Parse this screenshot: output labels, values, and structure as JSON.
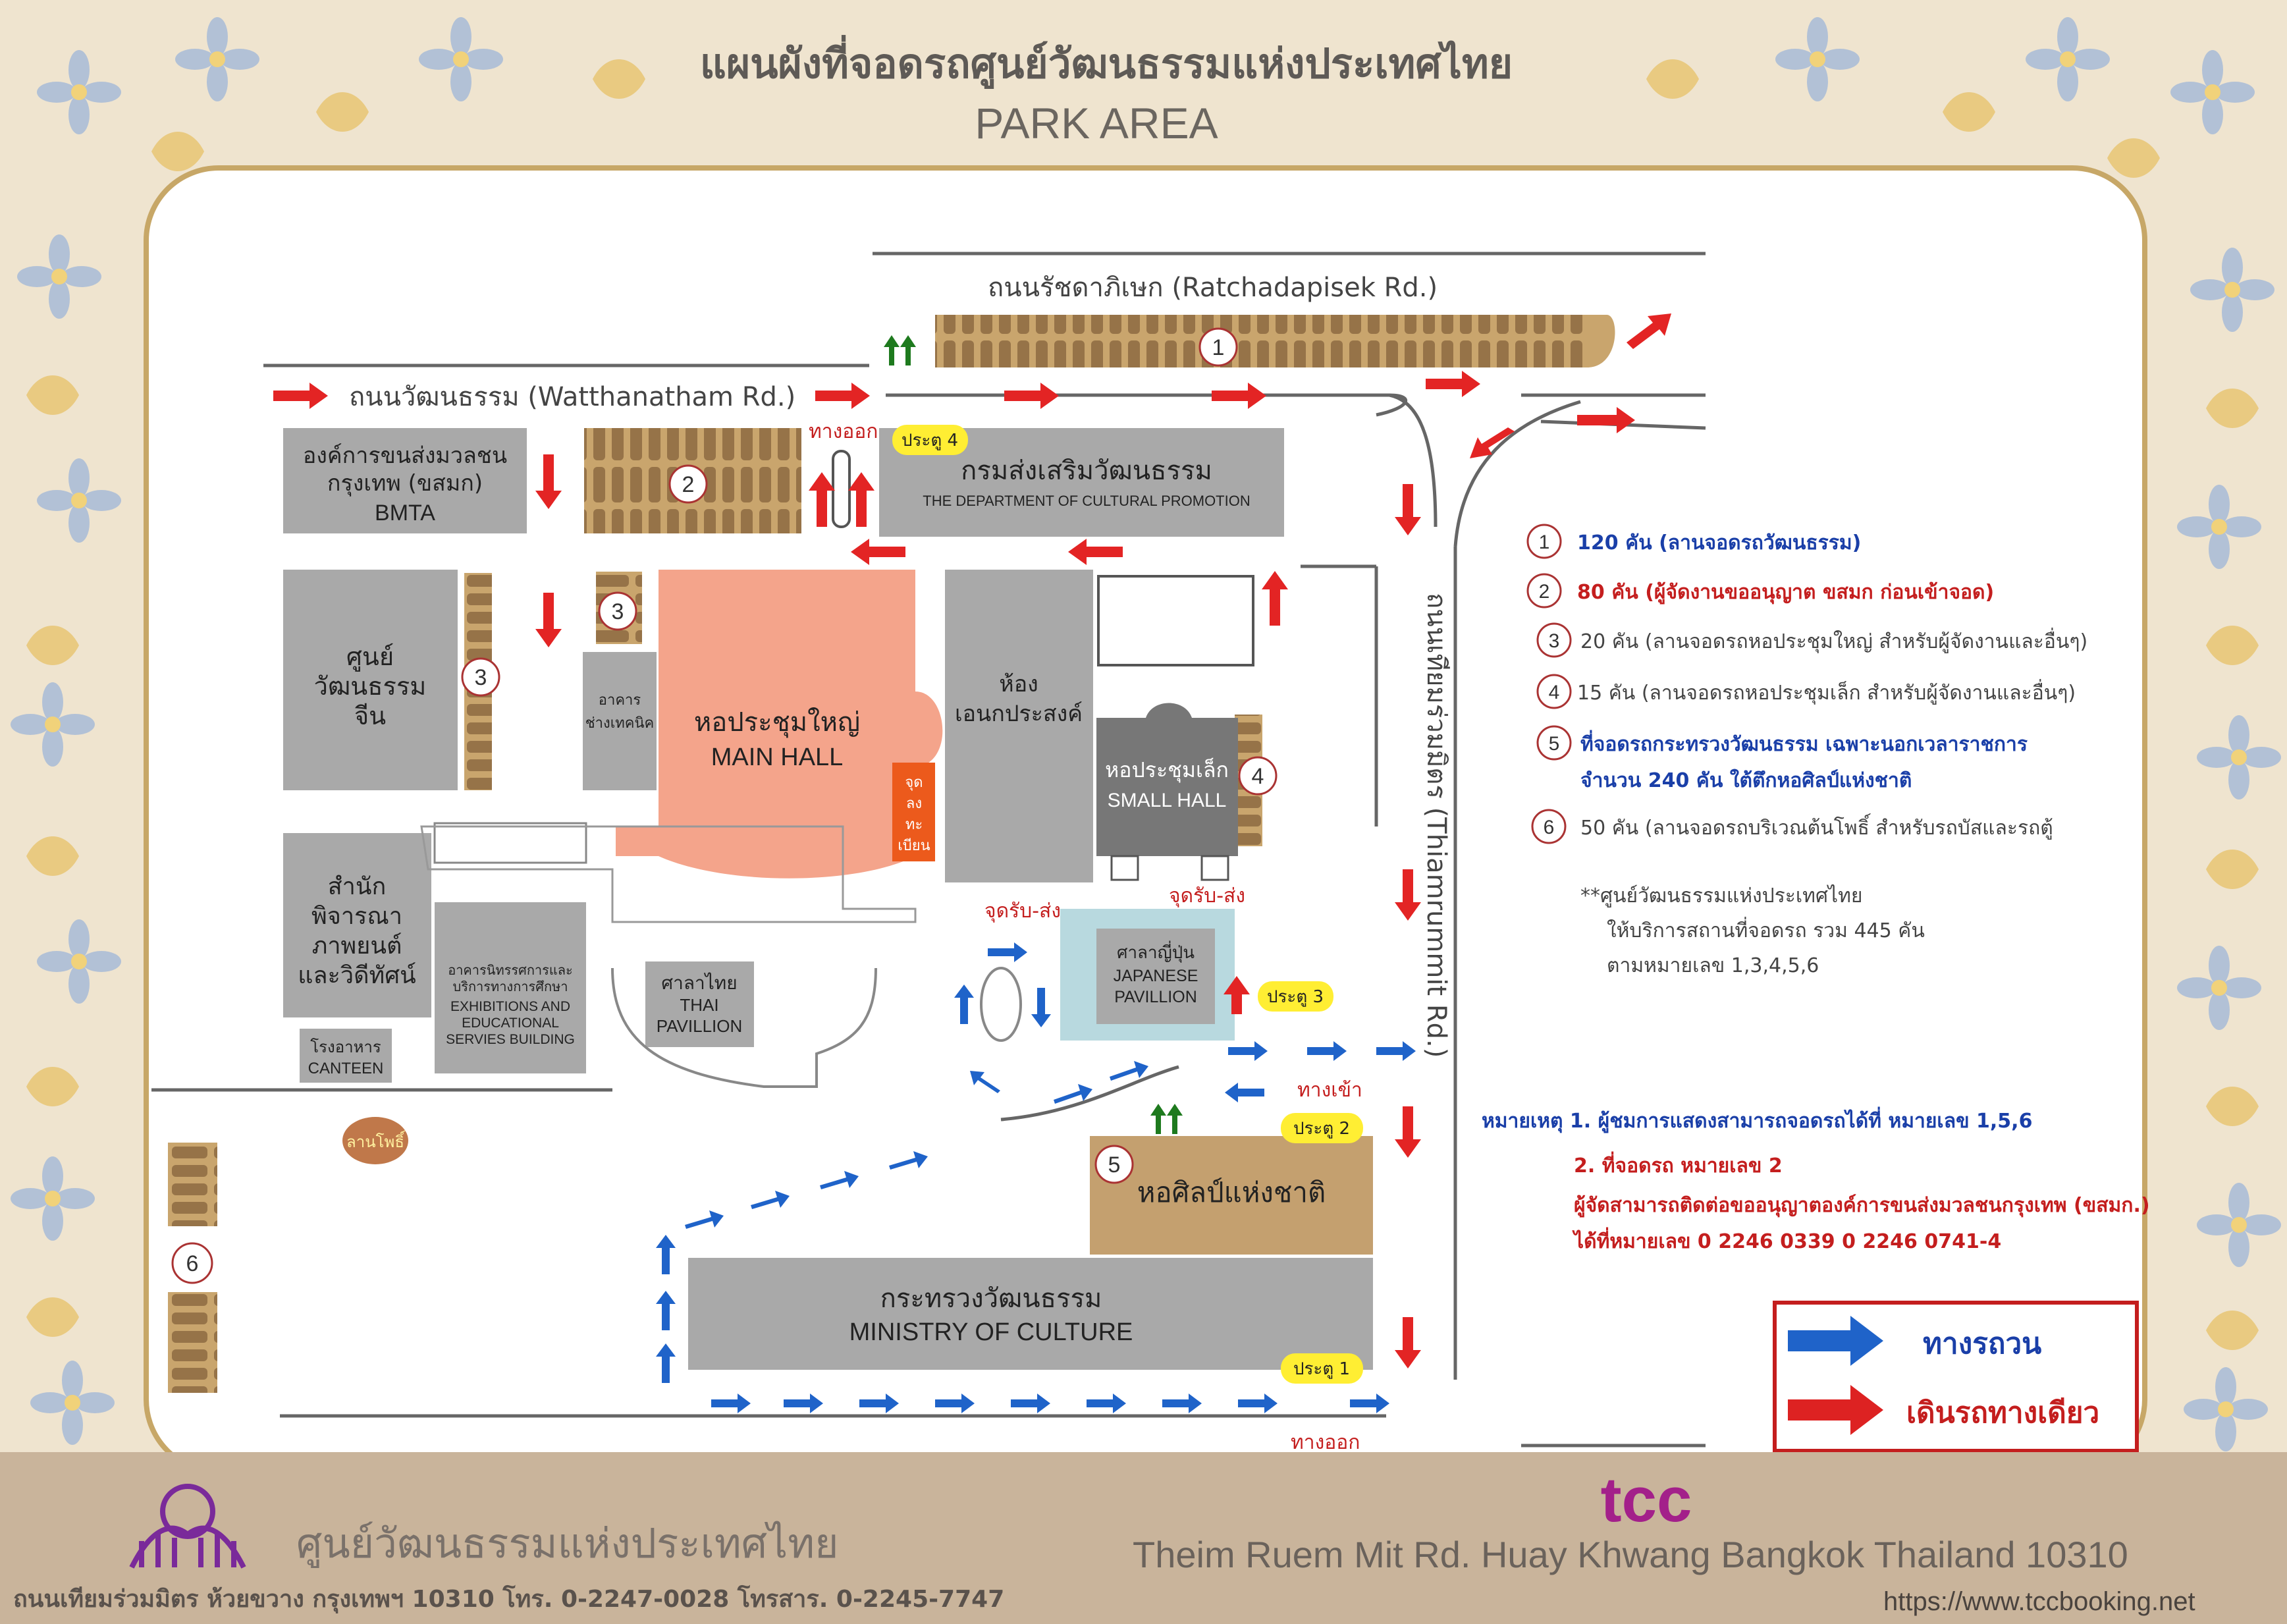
{
  "header": {
    "title_th": "แผนผังที่จอดรถศูนย์วัฒนธรรมแห่งประเทศไทย",
    "title_en": "PARK AREA"
  },
  "roads": {
    "ratchadapisek": "ถนนรัชดาภิเษก (Ratchadapisek Rd.)",
    "watthanatham": "ถนนวัฒนธรรม (Watthanatham Rd.)",
    "thiamruammit": "ถนนเทียมร่วมมิตร (Thiamrummit Rd.)"
  },
  "buildings": {
    "bmta_th1": "องค์การขนส่งมวลชน",
    "bmta_th2": "กรุงเทพ (ขสมก)",
    "bmta_en": "BMTA",
    "dcp_th": "กรมส่งเสริมวัฒนธรรม",
    "dcp_en": "THE DEPARTMENT OF CULTURAL PROMOTION",
    "chinese_1": "ศูนย์",
    "chinese_2": "วัฒนธรรม",
    "chinese_3": "จีน",
    "tech_1": "อาคาร",
    "tech_2": "ช่างเทคนิค",
    "main_th": "หอประชุมใหญ่",
    "main_en": "MAIN HALL",
    "reg_1": "จุด",
    "reg_2": "ลง",
    "reg_3": "ทะ",
    "reg_4": "เบียน",
    "multi_1": "ห้อง",
    "multi_2": "เอนกประสงค์",
    "small_th": "หอประชุมเล็ก",
    "small_en": "SMALL HALL",
    "film_1": "สำนัก",
    "film_2": "พิจารณา",
    "film_3": "ภาพยนต์",
    "film_4": "และวิดีทัศน์",
    "exh_1": "อาคารนิทรรศการและ",
    "exh_2": "บริการทางการศึกษา",
    "exh_3": "EXHIBITIONS AND",
    "exh_4": "EDUCATIONAL",
    "exh_5": "SERVIES BUILDING",
    "thai_1": "ศาลาไทย",
    "thai_2": "THAI",
    "thai_3": "PAVILLION",
    "jp_1": "ศาลาญี่ปุ่น",
    "jp_2": "JAPANESE",
    "jp_3": "PAVILLION",
    "canteen_th": "โรงอาหาร",
    "canteen_en": "CANTEEN",
    "bodhi": "ลานโพธิ์",
    "gallery": "หอศิลป์แห่งชาติ",
    "ministry_th": "กระทรวงวัฒนธรรม",
    "ministry_en": "MINISTRY OF CULTURE"
  },
  "gates": {
    "g1": "ประตู 1",
    "g2": "ประตู 2",
    "g3": "ประตู 3",
    "g4": "ประตู 4"
  },
  "map_labels": {
    "exit_top": "ทางออก",
    "exit_bottom": "ทางออก",
    "entrance": "ทางเข้า",
    "dropoff_1": "จุดรับ-ส่ง",
    "dropoff_2": "จุดรับ-ส่ง"
  },
  "lot_numbers": [
    "1",
    "2",
    "3",
    "3",
    "4",
    "5",
    "6"
  ],
  "parking_list": [
    {
      "no": "1",
      "text": "120 คัน (ลานจอดรถวัฒนธรรม)",
      "color": "#1a3fa8",
      "bold": true
    },
    {
      "no": "2",
      "text": "80 คัน (ผู้จัดงานขออนุญาต ขสมก ก่อนเข้าจอด)",
      "color": "#c41e1e",
      "bold": true
    },
    {
      "no": "3",
      "text": "20 คัน (ลานจอดรถหอประชุมใหญ่ สำหรับผู้จัดงานและอื่นๆ)",
      "color": "#444444",
      "bold": false
    },
    {
      "no": "4",
      "text": "15 คัน (ลานจอดรถหอประชุมเล็ก สำหรับผู้จัดงานและอื่นๆ)",
      "color": "#444444",
      "bold": false
    },
    {
      "no": "5",
      "text": "ที่จอดรถกระทรวงวัฒนธรรม เฉพาะนอกเวลาราชการ",
      "text2": "จำนวน 240 คัน ใต้ตึกหอศิลป์แห่งชาติ",
      "color": "#1a3fa8",
      "bold": true
    },
    {
      "no": "6",
      "text": "50 คัน (ลานจอดรถบริเวณต้นโพธิ์ สำหรับรถบัสและรถตู้",
      "color": "#444444",
      "bold": false
    }
  ],
  "summary": {
    "line1": "**ศูนย์วัฒนธรรมแห่งประเทศไทย",
    "line2": "ให้บริการสถานที่จอดรถ รวม 445 คัน",
    "line3": "ตามหมายเลข 1,3,4,5,6"
  },
  "notes": {
    "n1": "หมายเหตุ 1. ผู้ชมการแสดงสามารถจอดรถได้ที่ หมายเลข 1,5,6",
    "n2": "2. ที่จอดรถ หมายเลข 2",
    "n3": "ผู้จัดสามารถติดต่อขออนุญาตองค์การขนส่งมวลชนกรุงเทพ (ขสมก.)",
    "n4": "ได้ที่หมายเลข 0 2246 0339   0 2246 0741-4"
  },
  "legend": {
    "loop": "ทางรถวน",
    "oneway": "เดินรถทางเดียว"
  },
  "footer": {
    "org_th": "ศูนย์วัฒนธรรมแห่งประเทศไทย",
    "address_th": "ถนนเทียมร่วมมิตร ห้วยขวาง กรุงเทพฯ 10310 โทร. 0-2247-0028 โทรสาร. 0-2245-7747",
    "brand": "tcc",
    "address_en": "Theim Ruem Mit Rd.  Huay Khwang  Bangkok  Thailand 10310",
    "url": "https://www.tccbooking.net"
  },
  "colors": {
    "border_bg": "#efe4cf",
    "building": "#a9a9a9",
    "main_hall": "#f4a48b",
    "parking": "#b88a55",
    "gallery": "#c4a06f",
    "japanese": "#a9cfd6",
    "gate": "#ffee33",
    "arrow_red": "#e32424",
    "arrow_blue": "#1f63c9",
    "text_red": "#c41e1e",
    "text_blue": "#1a3fa8",
    "footer_bg": "#c9b49b",
    "brand": "#a3208a"
  },
  "icons": [
    "flower-pattern-decoration",
    "tcc-logo-icon",
    "blue-arrow-icon",
    "red-arrow-icon",
    "green-arrows-icon"
  ]
}
